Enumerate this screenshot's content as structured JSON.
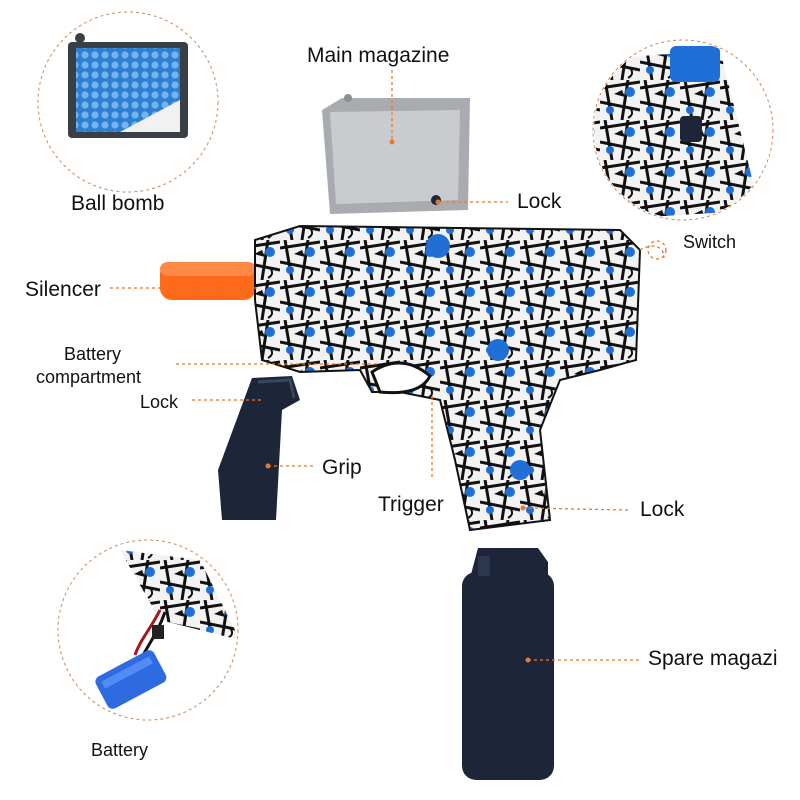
{
  "labels": {
    "ball_bomb": "Ball bomb",
    "main_magazine": "Main magazine",
    "lock_top": "Lock",
    "switch": "Switch",
    "silencer": "Silencer",
    "battery_compartment_line1": "Battery",
    "battery_compartment_line2": "compartment",
    "lock_left": "Lock",
    "grip": "Grip",
    "trigger": "Trigger",
    "lock_bottom": "Lock",
    "spare_magazine": "Spare magazi",
    "battery": "Battery"
  },
  "colors": {
    "leader_line": "#e8782a",
    "silencer_orange": "#ff6a1a",
    "graffiti_blue": "#1f6fd6",
    "dark_navy": "#1d2638",
    "magazine_gray": "#b9bcbf",
    "bb_blue": "#3a8ad8",
    "battery_blue": "#2f6be0"
  },
  "icons": [
    "ball-bomb-inset",
    "switch-inset",
    "battery-inset",
    "gel-blaster-body",
    "grip-part",
    "spare-magazine-part",
    "main-magazine-part",
    "silencer-part"
  ]
}
